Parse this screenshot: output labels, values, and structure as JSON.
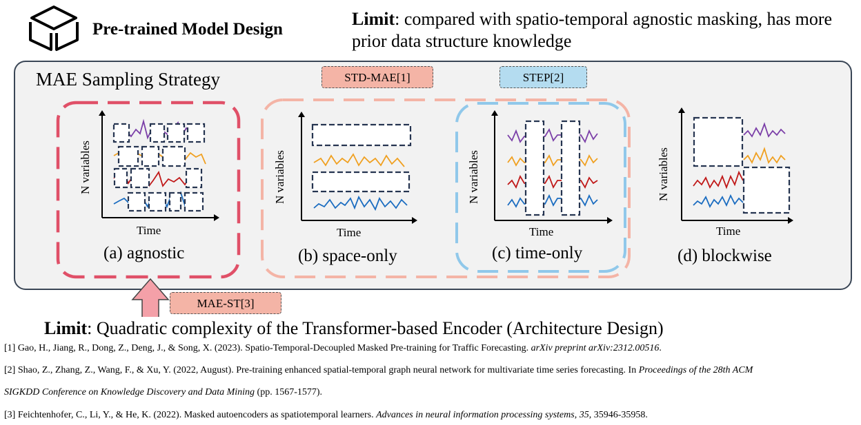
{
  "header": {
    "title": "Pre-trained Model Design",
    "icon": "cube-icon"
  },
  "limit_top": {
    "label": "Limit",
    "text": ": compared with spatio-temporal agnostic masking, has more prior data structure knowledge"
  },
  "limit_bottom": {
    "label": "Limit",
    "text": ": Quadratic complexity of the Transformer-based Encoder (Architecture Design)"
  },
  "strategy": {
    "title": "MAE Sampling Strategy"
  },
  "tags": {
    "std_mae": "STD-MAE[1]",
    "step": "STEP[2]",
    "mae_st": "MAE-ST[3]"
  },
  "panels": [
    {
      "caption": "(a) agnostic",
      "xlabel": "Time",
      "ylabel": "N variables"
    },
    {
      "caption": "(b) space-only",
      "xlabel": "Time",
      "ylabel": "N variables"
    },
    {
      "caption": "(c) time-only",
      "xlabel": "Time",
      "ylabel": "N variables"
    },
    {
      "caption": "(d) blockwise",
      "xlabel": "Time",
      "ylabel": "N variables"
    }
  ],
  "colors": {
    "series": [
      "#7b3fa8",
      "#f0a020",
      "#c01818",
      "#1a6cc0"
    ],
    "agnostic_border": "#e05068",
    "space_border": "#f4b4a6",
    "time_border": "#90c8ea",
    "mask_border": "#253450",
    "arrow": "#f4a0a8"
  },
  "references": {
    "r1_pre": "[1] Gao, H., Jiang, R., Dong, Z., Deng, J., & Song, X. (2023). Spatio-Temporal-Decoupled Masked Pre-training for Traffic Forecasting. ",
    "r1_it": "arXiv preprint arXiv:2312.00516",
    "r1_post": ".",
    "r2_pre": "[2] Shao, Z., Zhang, Z., Wang, F., & Xu, Y. (2022, August). Pre-training enhanced spatial-temporal graph neural network for multivariate time series forecasting. In ",
    "r2_it": "Proceedings of the 28th ACM",
    "r2b_it": "SIGKDD Conference on Knowledge Discovery and Data Mining",
    "r2b_post": " (pp. 1567-1577).",
    "r3_pre": "[3] Feichtenhofer, C., Li, Y., & He, K. (2022). Masked autoencoders as spatiotemporal learners. ",
    "r3_it": "Advances in neural information processing systems",
    "r3_mid": ", ",
    "r3_it2": "35",
    "r3_post": ", 35946-35958."
  }
}
